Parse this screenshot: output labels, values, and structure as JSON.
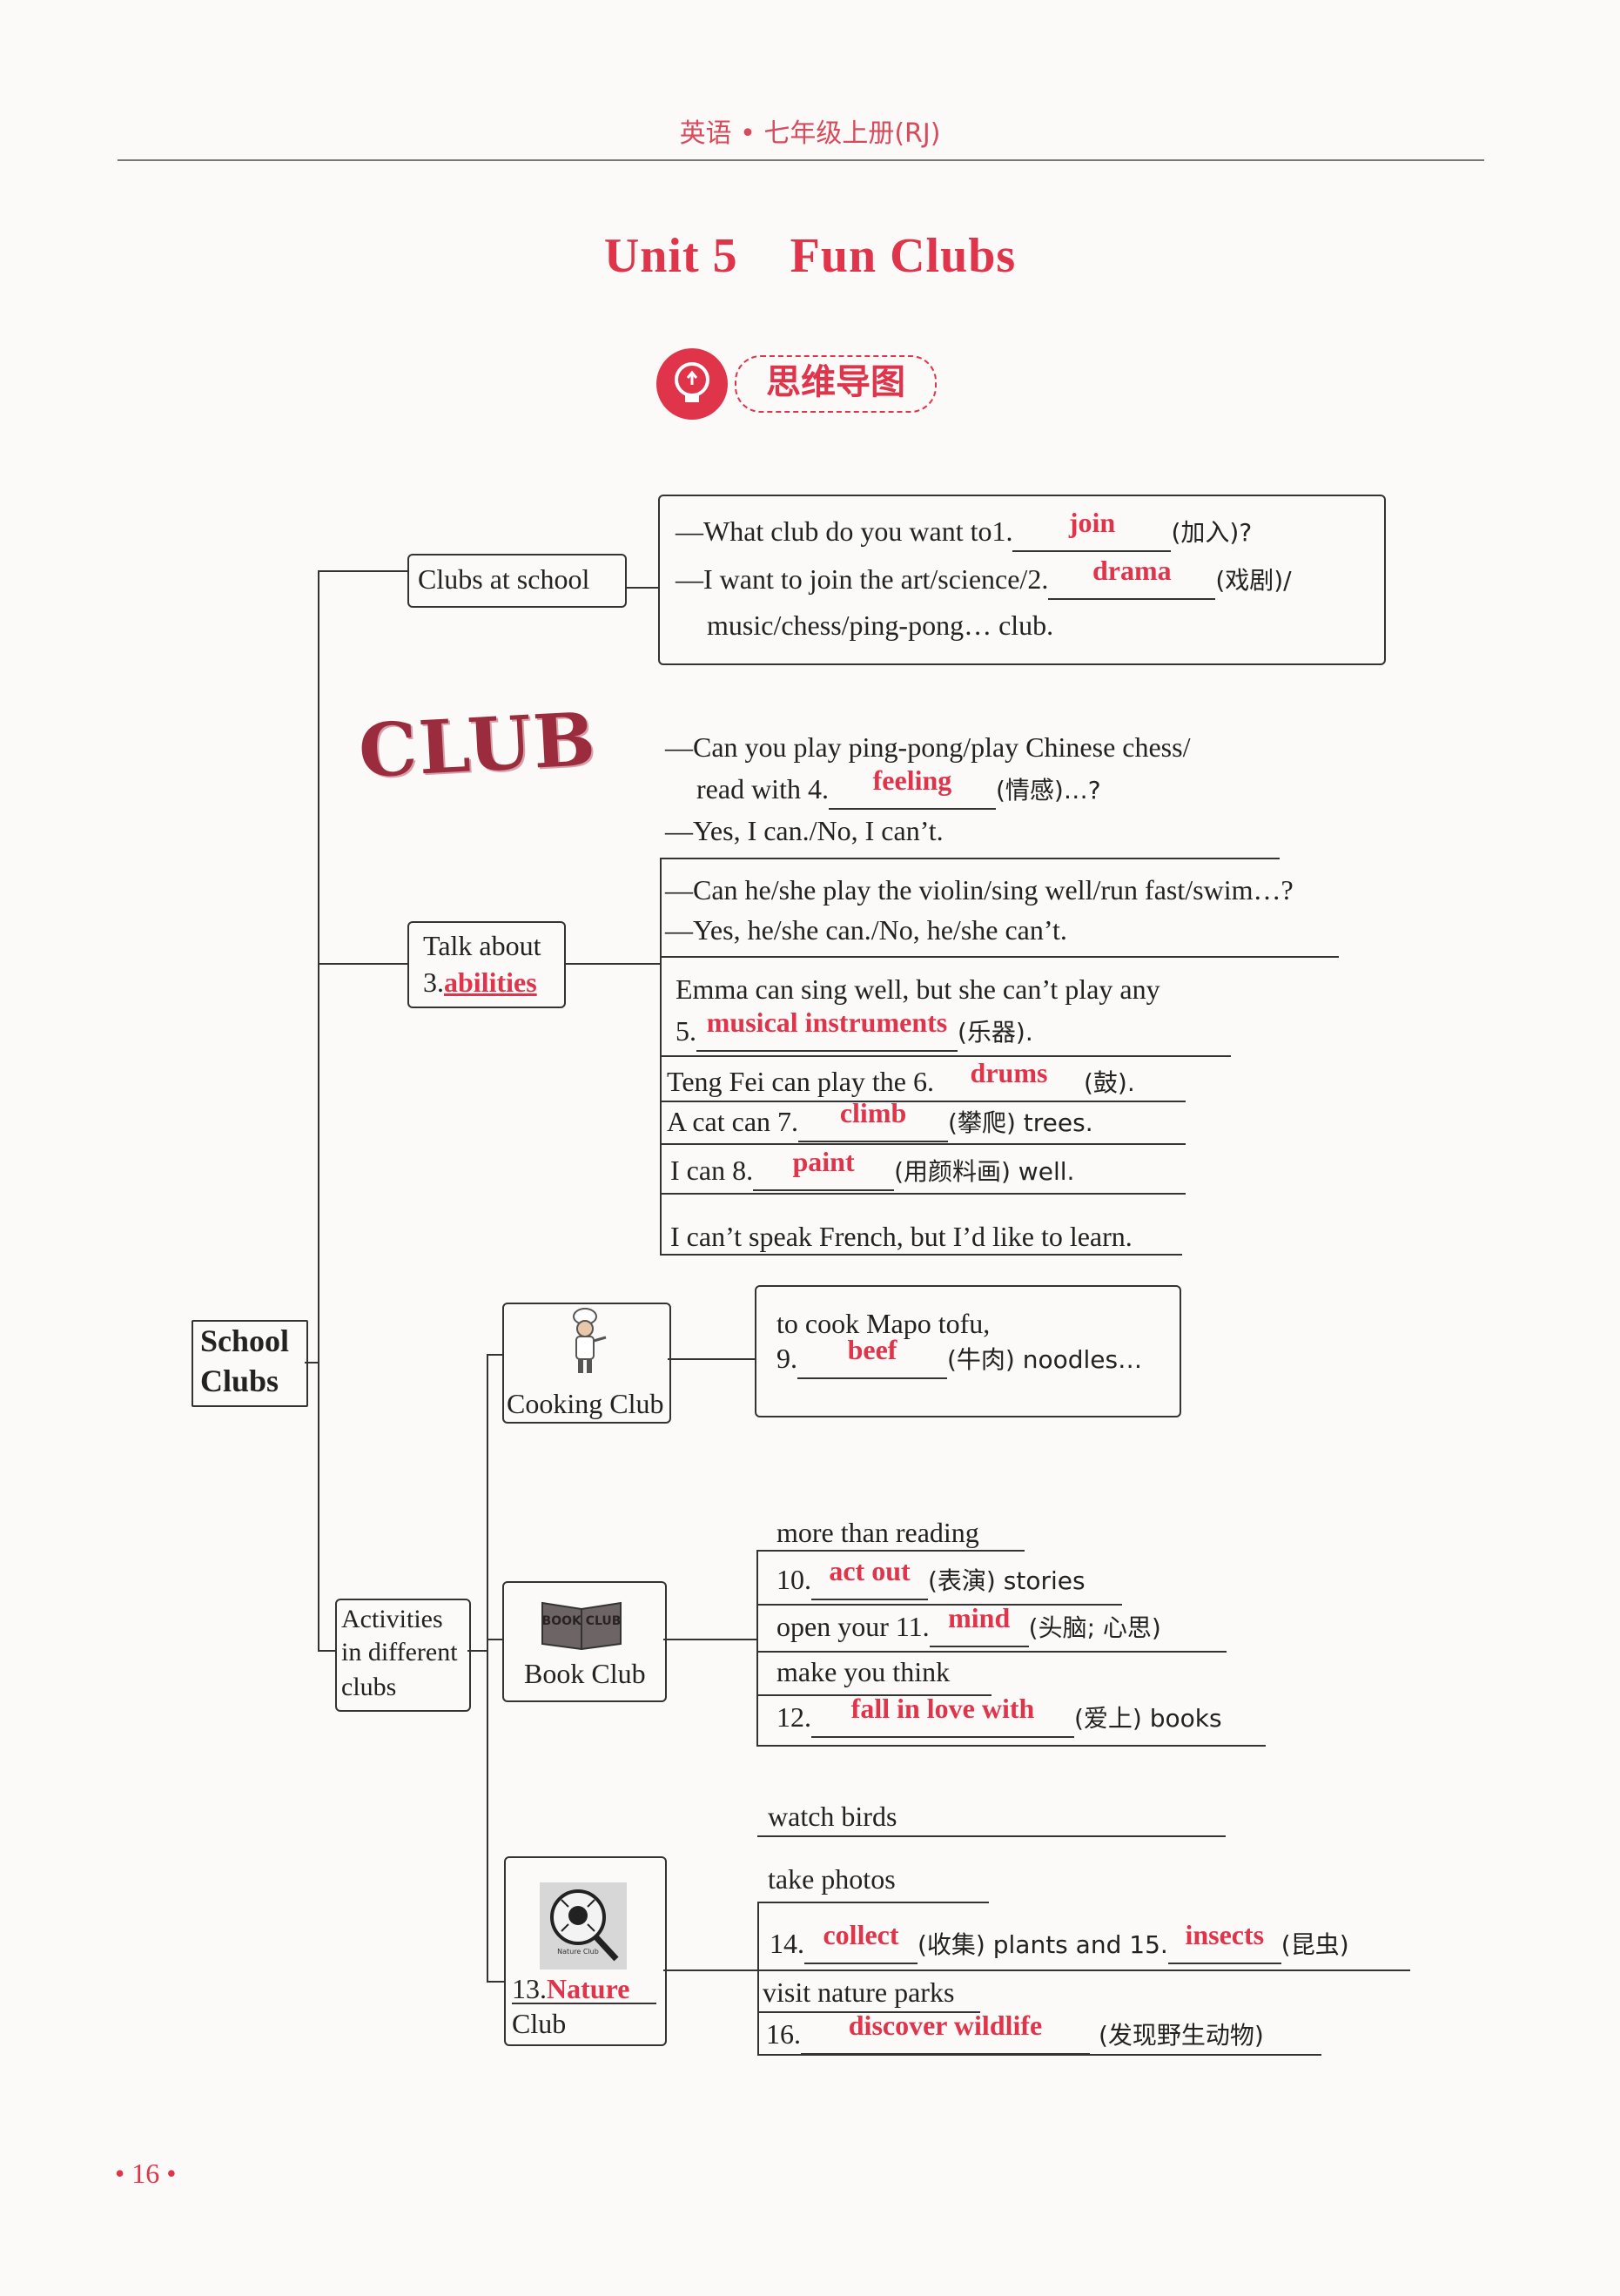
{
  "header": {
    "book": "英语 • 七年级上册(RJ)"
  },
  "title": {
    "unit": "Unit 5",
    "name": "Fun Clubs"
  },
  "badge": {
    "label": "思维导图"
  },
  "root": {
    "line1": "School",
    "line2": "Clubs"
  },
  "clubs_at_school": {
    "label": "Clubs at school",
    "q1_pre": "—What club do you want to1.",
    "a1": "join",
    "q1_post": "(加入)?",
    "q2_pre": "—I want to join the art/science/2.",
    "a2": "drama",
    "q2_post": "(戏剧)/",
    "q3": "music/chess/ping-pong… club."
  },
  "club_logo": {
    "text": "CLUB"
  },
  "talk_about": {
    "label_pre": "Talk about",
    "label_num": "3.",
    "a3": "abilities",
    "g1_l1": "—Can you play ping-pong/play Chinese chess/",
    "g1_l2_pre": "read with 4.",
    "a4": "feeling",
    "g1_l2_post": "(情感)…?",
    "g1_l3": "—Yes, I can./No, I can’t.",
    "g2_l1": "—Can he/she play the violin/sing well/run fast/swim…?",
    "g2_l2": "—Yes, he/she can./No, he/she can’t.",
    "g3_l1": "Emma can sing well, but she can’t play any",
    "g3_l2_pre": "5.",
    "a5": "musical instruments",
    "g3_l2_post": "(乐器).",
    "s6_pre": "Teng Fei can play the 6.",
    "a6": "drums",
    "s6_post": "(鼓).",
    "s7_pre": "A cat can 7.",
    "a7": "climb",
    "s7_post": "(攀爬) trees.",
    "s8_pre": "I can 8.",
    "a8": "paint",
    "s8_post": "(用颜料画) well.",
    "s_last": "I can’t speak French, but I’d like to learn."
  },
  "activities": {
    "l1": "Activities",
    "l2": "in different",
    "l3": "clubs"
  },
  "cooking": {
    "label": "Cooking Club",
    "l1": "to cook Mapo tofu,",
    "l2_pre": "9.",
    "a9": "beef",
    "l2_post": "(牛肉) noodles…"
  },
  "book": {
    "label": "Book Club",
    "icon_text": "BOOK CLUB",
    "l1": "more than reading",
    "l2_pre": "10.",
    "a10": "act out",
    "l2_post": "(表演) stories",
    "l3_pre": "open your 11.",
    "a11": "mind",
    "l3_post": "(头脑; 心思)",
    "l4": "make you think",
    "l5_pre": "12.",
    "a12": "fall in love with",
    "l5_post": "(爱上) books"
  },
  "nature": {
    "label_num": "13.",
    "a13": "Nature",
    "label_club": "Club",
    "icon_text": "Nature Club",
    "l1": "watch birds",
    "l2": "take photos",
    "l3_pre": "14.",
    "a14": "collect",
    "l3_mid": "(收集) plants and 15.",
    "a15": "insects",
    "l3_post": "(昆虫)",
    "l4": "visit nature parks",
    "l5_pre": "16.",
    "a16": "discover wildlife",
    "l5_post": "(发现野生动物)"
  },
  "page": {
    "number": "• 16 •"
  },
  "colors": {
    "accent": "#e0344a",
    "line": "#333333"
  }
}
